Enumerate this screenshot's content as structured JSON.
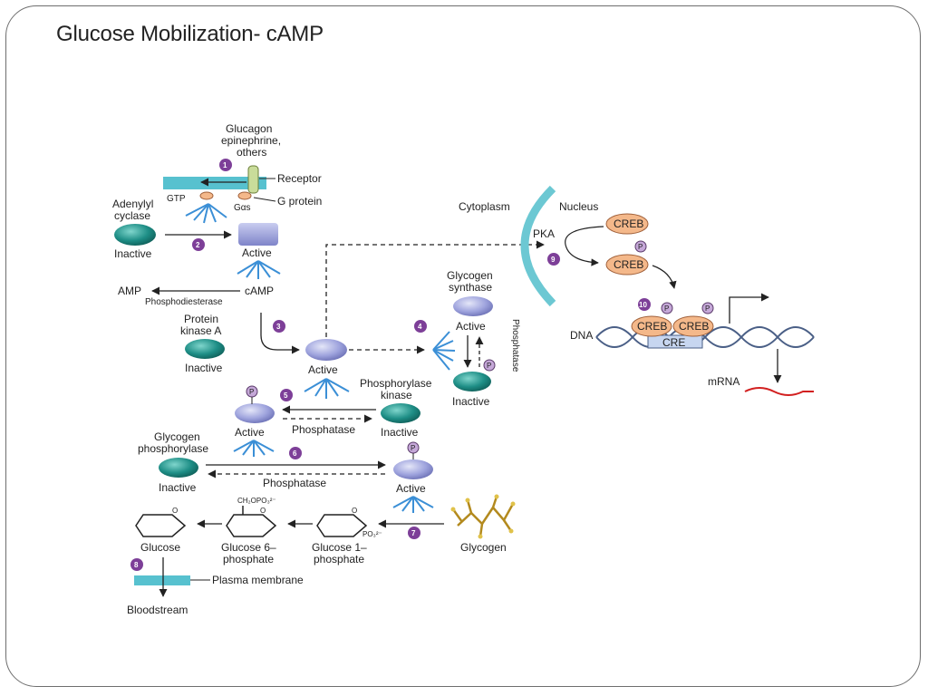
{
  "slide": {
    "title": "Glucose Mobilization- cAMP"
  },
  "labels": {
    "glucagon_line1": "Glucagon",
    "glucagon_line2": "epinephrine,",
    "glucagon_line3": "others",
    "receptor": "Receptor",
    "g_protein": "G protein",
    "gtp": "GTP",
    "g_alpha_s": "Gαs",
    "adenylyl_line1": "Adenylyl",
    "adenylyl_line2": "cyclase",
    "inactive": "Inactive",
    "active": "Active",
    "amp": "AMP",
    "camp": "cAMP",
    "phosphodiesterase": "Phosphodiesterase",
    "pka_line1": "Protein",
    "pka_line2": "kinase A",
    "phosphatase": "Phosphatase",
    "glycogen_synthase_line1": "Glycogen",
    "glycogen_synthase_line2": "synthase",
    "phosphorylase_kinase_line1": "Phosphorylase",
    "phosphorylase_kinase_line2": "kinase",
    "glycogen_phosphorylase_line1": "Glycogen",
    "glycogen_phosphorylase_line2": "phosphorylase",
    "glucose": "Glucose",
    "glucose6_line1": "Glucose 6–",
    "glucose6_line2": "phosphate",
    "glucose1_line1": "Glucose 1–",
    "glucose1_line2": "phosphate",
    "glycogen": "Glycogen",
    "plasma_membrane": "Plasma membrane",
    "bloodstream": "Bloodstream",
    "cytoplasm": "Cytoplasm",
    "nucleus": "Nucleus",
    "pka": "PKA",
    "creb": "CREB",
    "cre": "CRE",
    "dna": "DNA",
    "mrna": "mRNA",
    "p": "P",
    "ch2opo3": "CH₂OPO₃²⁻",
    "po3": "PO₃²⁻",
    "ring_o": "O"
  },
  "steps": [
    "1",
    "2",
    "3",
    "4",
    "5",
    "6",
    "7",
    "8",
    "9",
    "10"
  ],
  "colors": {
    "teal": "#1e8e86",
    "lavender": "#9ea3dd",
    "receptor_bar": "#57c1cf",
    "nucleus_arc": "#6cc8d3",
    "step_circle": "#7d3f98",
    "creb_fill": "#f4b88a",
    "arrow_blue": "#3b8fd6",
    "mrna": "#d22020"
  }
}
